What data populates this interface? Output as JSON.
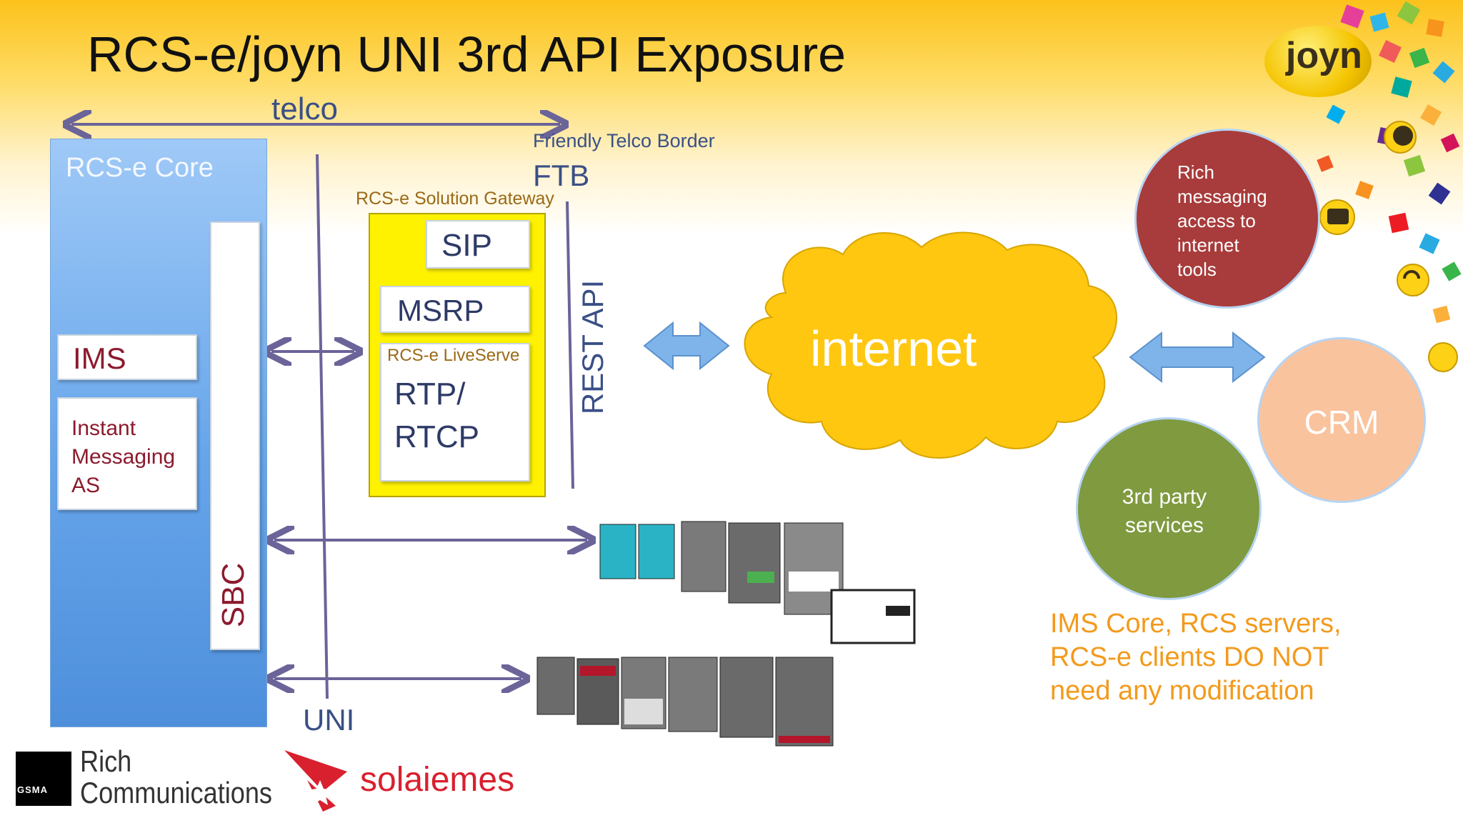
{
  "title": "RCS-e/joyn UNI 3rd API Exposure",
  "labels": {
    "telco": "telco",
    "friendly_telco_border": "Friendly Telco Border",
    "ftb": "FTB",
    "uni": "UNI",
    "rest_api": "REST API",
    "internet": "internet"
  },
  "core": {
    "title": "RCS-e Core",
    "ims": "IMS",
    "im_as_line1": "Instant",
    "im_as_line2": "Messaging",
    "im_as_line3": "AS",
    "sbc": "SBC"
  },
  "gateway": {
    "title": "RCS-e Solution Gateway",
    "sip": "SIP",
    "msrp": "MSRP",
    "liveserve": "RCS-e LiveServe",
    "rtp_line1": "RTP/",
    "rtp_line2": "RTCP"
  },
  "circles": {
    "rich": [
      "Rich",
      "messaging",
      "access to",
      "internet",
      "tools"
    ],
    "crm": "CRM",
    "third_line1": "3rd party",
    "third_line2": "services"
  },
  "note": [
    "IMS Core, RCS servers,",
    "RCS-e clients DO NOT",
    "need any modification"
  ],
  "logos": {
    "gsma": "GSMA",
    "rich_line1": "Rich",
    "rich_line2": "Communications",
    "solaiemes": "solaiemes",
    "joyn": "joyn"
  },
  "colors": {
    "arrow": "#6b6499",
    "core": "#66a5ea",
    "gateway": "#fff200",
    "cloud": "#ffc710",
    "rich_circle": "#a83b3b",
    "crm_circle": "#f9c39e",
    "third_circle": "#7f9a3f",
    "note": "#f39a1c"
  }
}
